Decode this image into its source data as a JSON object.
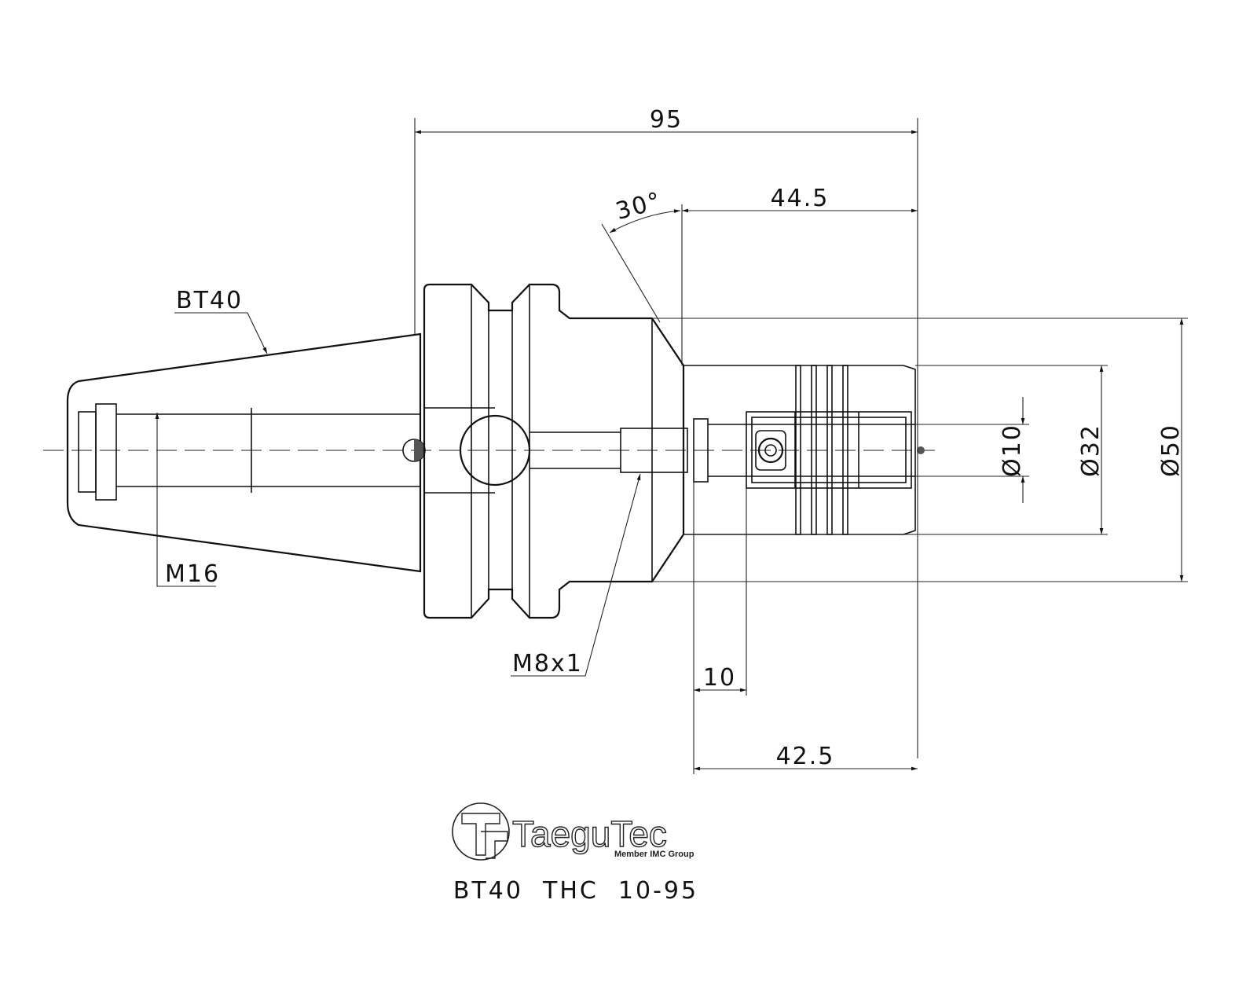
{
  "drawing": {
    "dimensions": {
      "overall_length": "95",
      "clamp_length": "44.5",
      "angle": "30°",
      "min_length": "42.5",
      "offset": "10",
      "bore_dia": "Ø10",
      "body_dia": "Ø32",
      "flange_dia": "Ø50"
    },
    "callouts": {
      "taper": "BT40",
      "retention_thread": "M16",
      "coolant_thread": "M8x1"
    }
  },
  "brand": {
    "name": "TaeguTec",
    "tagline": "Member IMC Group"
  },
  "model_code": "BT40  THC  10-95"
}
